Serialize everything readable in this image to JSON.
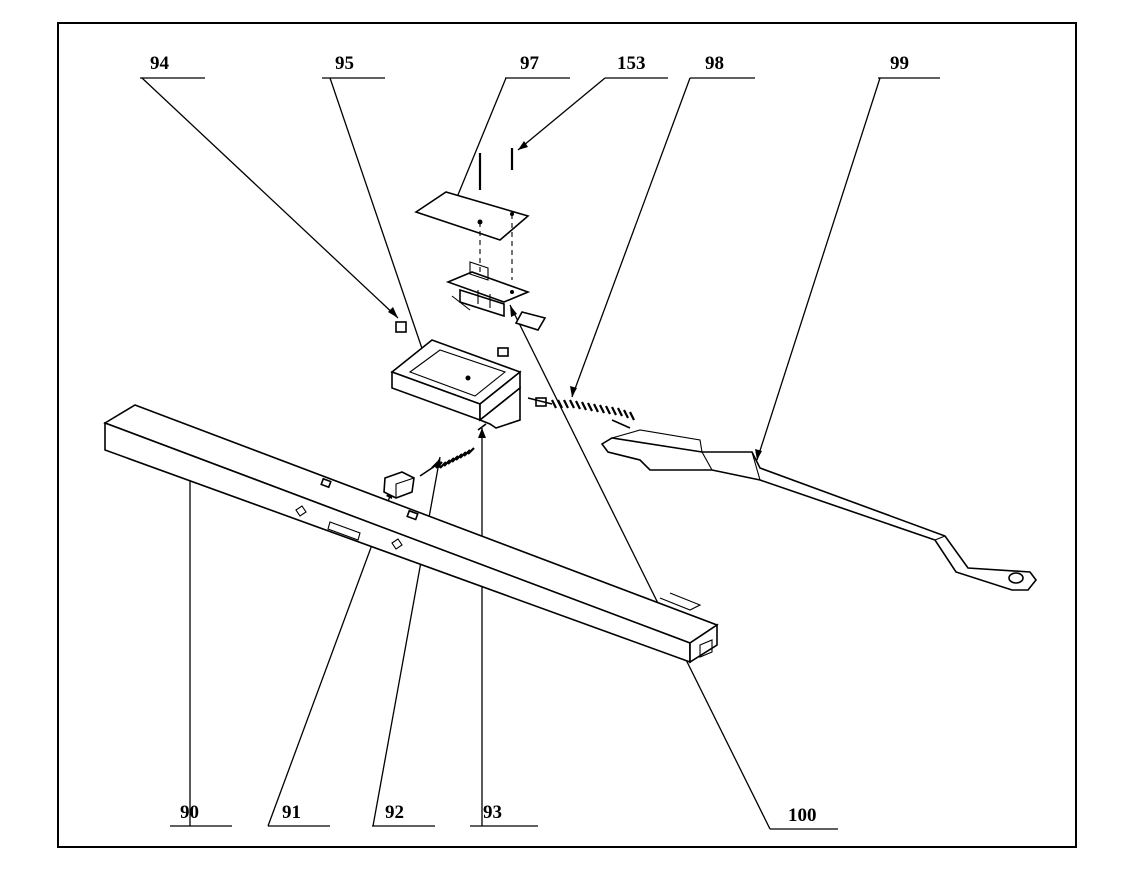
{
  "callouts": {
    "c94": "94",
    "c95": "95",
    "c97": "97",
    "c153": "153",
    "c98": "98",
    "c99": "99",
    "c90": "90",
    "c91": "91",
    "c92": "92",
    "c93": "93",
    "c100": "100"
  }
}
